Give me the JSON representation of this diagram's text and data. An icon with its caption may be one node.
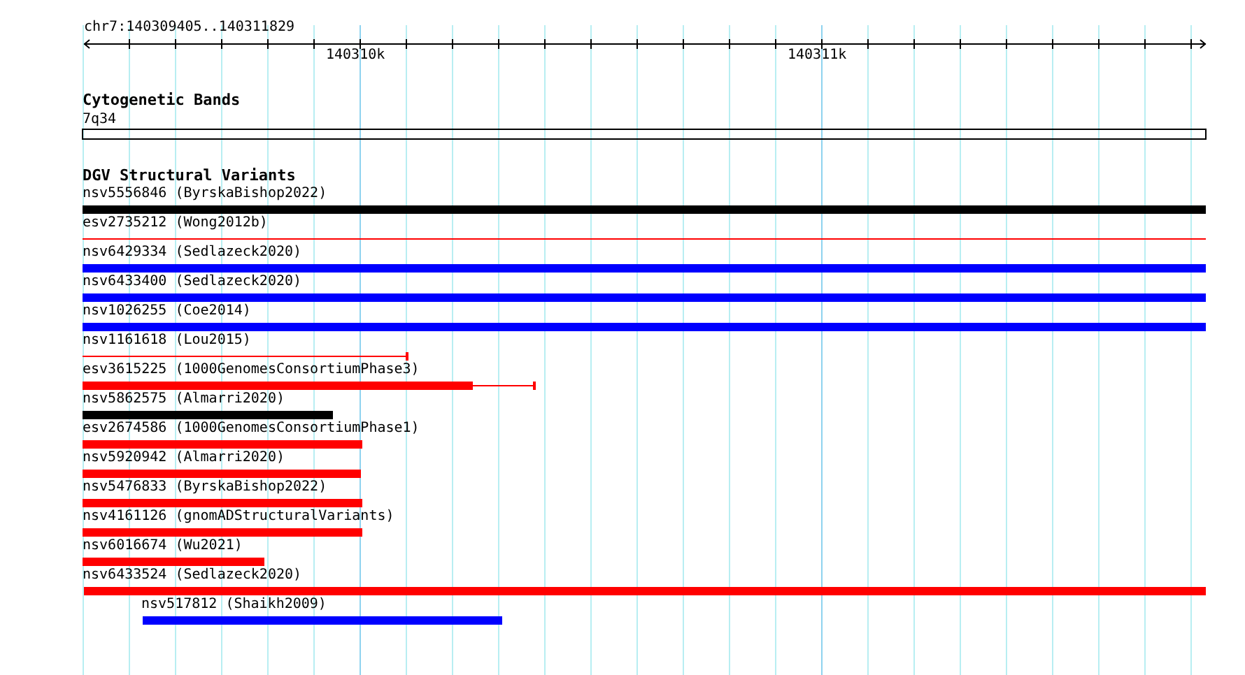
{
  "diagram": {
    "labels": [
      "chr7:140309405..140311829",
      "140310k",
      "140311k",
      "Cytogenetic Bands",
      "7q34",
      "DGV Structural Variants",
      "nsv5556846 (ByrskaBishop2022)",
      "esv2735212 (Wong2012b)",
      "nsv6429334 (Sedlazeck2020)",
      "nsv6433400 (Sedlazeck2020)",
      "nsv1026255 (Coe2014)",
      "nsv1161618 (Lou2015)",
      "esv3615225 (1000GenomesConsortiumPhase3)",
      "nsv5862575 (Almarri2020)",
      "esv2674586 (1000GenomesConsortiumPhase1)",
      "nsv5920942 (Almarri2020)",
      "nsv5476833 (ByrskaBishop2022)",
      "nsv4161126 (gnomADStructuralVariants)",
      "nsv6016674 (Wu2021)",
      "nsv6433524 (Sedlazeck2020)",
      "nsv517812 (Shaikh2009)"
    ]
  }
}
